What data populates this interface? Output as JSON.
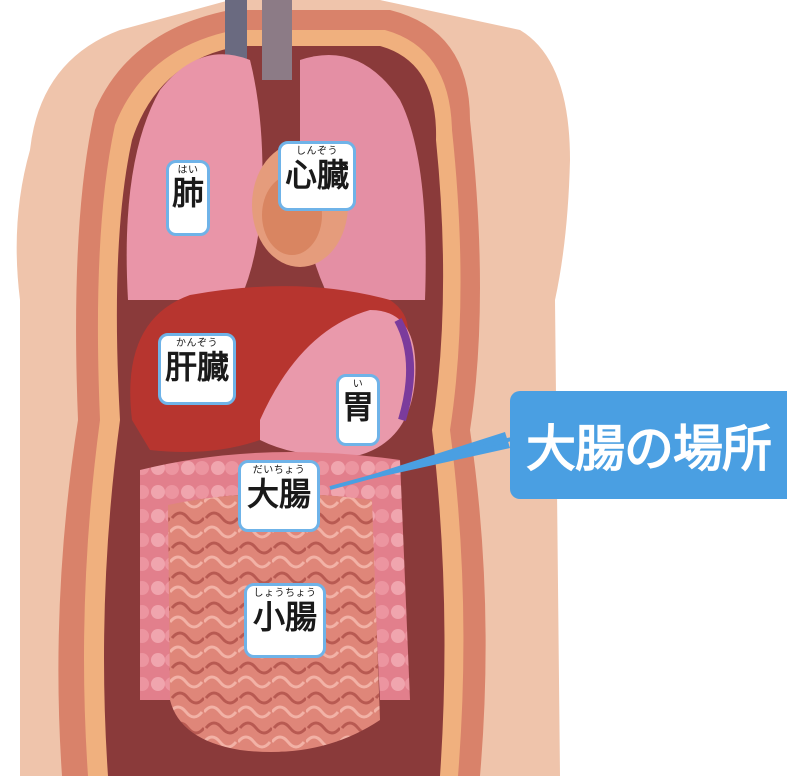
{
  "labels": {
    "lung": {
      "kanji": "肺",
      "ruby": "はい"
    },
    "heart": {
      "kanji": "心臓",
      "ruby": "しんぞう"
    },
    "liver": {
      "kanji": "肝臓",
      "ruby": "かんぞう"
    },
    "stomach": {
      "kanji": "胃",
      "ruby": "い"
    },
    "large_intestine": {
      "kanji": "大腸",
      "ruby": "だいちょう"
    },
    "small_intestine": {
      "kanji": "小腸",
      "ruby": "しょうちょう"
    }
  },
  "callout": {
    "text": "大腸の場所"
  },
  "colors": {
    "label_border": "#6fb3e8",
    "callout_bg": "#4a9fe2",
    "skin": "#efc4ab",
    "lung": "#e995a8",
    "liver": "#b7352f",
    "intestine": "#e58f84"
  }
}
